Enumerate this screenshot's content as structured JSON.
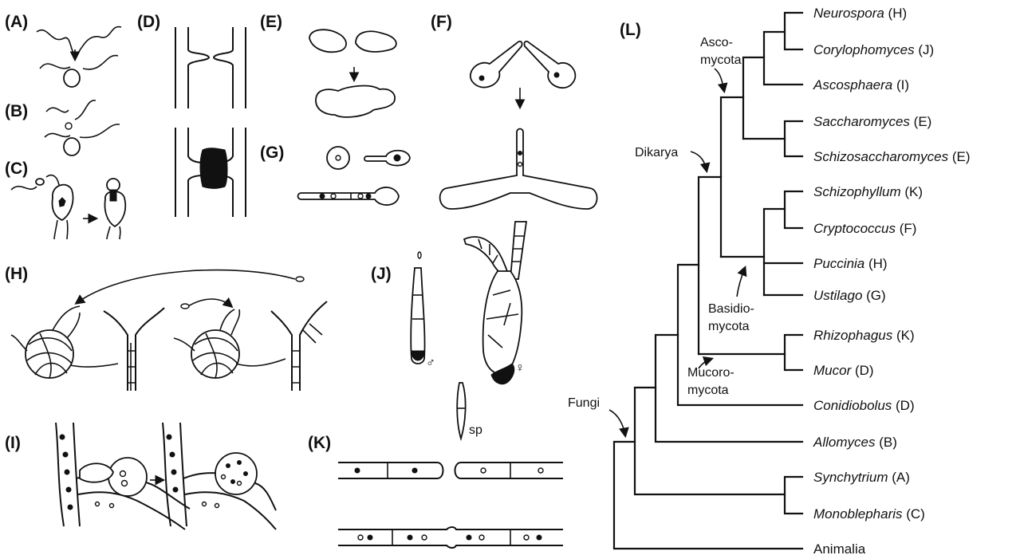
{
  "panels": {
    "A": "(A)",
    "B": "(B)",
    "C": "(C)",
    "D": "(D)",
    "E": "(E)",
    "F": "(F)",
    "G": "(G)",
    "H": "(H)",
    "I": "(I)",
    "J": "(J)",
    "K": "(K)",
    "L": "(L)"
  },
  "j_labels": {
    "male": "♂",
    "female": "♀",
    "sp": "sp"
  },
  "clades": {
    "ascomycota_1": "Asco-",
    "ascomycota_2": "mycota",
    "dikarya": "Dikarya",
    "basidiomycota_1": "Basidio-",
    "basidiomycota_2": "mycota",
    "mucoromycota_1": "Mucoro-",
    "mucoromycota_2": "mycota",
    "fungi": "Fungi"
  },
  "taxa": [
    {
      "name": "Neurospora",
      "tag": " (H)"
    },
    {
      "name": "Corylophomyces",
      "tag": " (J)"
    },
    {
      "name": "Ascosphaera",
      "tag": " (I)"
    },
    {
      "name": "Saccharomyces",
      "tag": " (E)"
    },
    {
      "name": "Schizosaccharomyces",
      "tag": " (E)"
    },
    {
      "name": "Schizophyllum",
      "tag": " (K)"
    },
    {
      "name": "Cryptococcus",
      "tag": " (F)"
    },
    {
      "name": "Puccinia",
      "tag": " (H)"
    },
    {
      "name": "Ustilago",
      "tag": " (G)"
    },
    {
      "name": "Rhizophagus",
      "tag": " (K)"
    },
    {
      "name": "Mucor",
      "tag": " (D)"
    },
    {
      "name": "Conidiobolus",
      "tag": " (D)"
    },
    {
      "name": "Allomyces",
      "tag": " (B)"
    },
    {
      "name": "Synchytrium",
      "tag": " (A)"
    },
    {
      "name": "Monoblepharis",
      "tag": " (C)"
    },
    {
      "name": "Animalia",
      "tag": ""
    }
  ]
}
